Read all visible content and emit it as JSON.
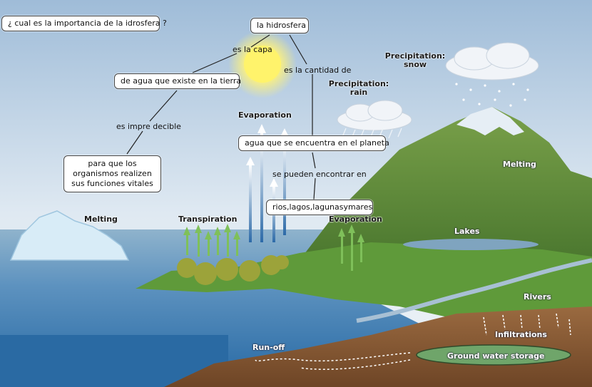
{
  "question": "¿ cual es la importancia de la idrosfera ?",
  "concepts": {
    "root": "la hidrosfera",
    "water_earth": "de agua que existe en la tierra",
    "organisms": "para que los organismos realizen sus funciones vitales",
    "water_planet": "agua que se encuentra en el planeta",
    "places": "rios,lagos,lagunasymares"
  },
  "links": {
    "es_la_capa": "es la capa",
    "es_la_cantidad_de": "es la cantidad de",
    "es_impre_decible": "es impre decible",
    "se_pueden_encontrar_en": "se pueden encontrar en"
  },
  "image_labels": {
    "precip_snow": "Precipitation: snow",
    "precip_rain": "Precipitation: rain",
    "evaporation_top": "Evaporation",
    "evaporation_right": "Evaporation",
    "melting_left": "Melting",
    "melting_right": "Melting",
    "transpiration": "Transpiration",
    "lakes": "Lakes",
    "rivers": "Rivers",
    "infiltrations": "Infiltrations",
    "groundwater": "Ground water storage",
    "runoff": "Run-off"
  },
  "colors": {
    "sky_top": "#a9c4dd",
    "sky_bottom": "#dfe9f2",
    "sun": "#fff27a",
    "sea": "#3f83b8",
    "land_green": "#5f9a3a",
    "soil": "#8a5a36",
    "mountain": "#4f7f2e"
  }
}
